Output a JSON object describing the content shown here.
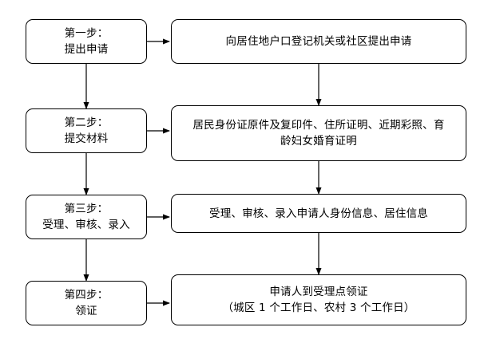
{
  "diagram": {
    "title_visible": false,
    "colors": {
      "border": "#000000",
      "background": "#ffffff",
      "text": "#000000"
    },
    "steps": [
      {
        "id": "step-1",
        "label": "第一步：\n提出申请",
        "detail": "向居住地户口登记机关或社区提出申请"
      },
      {
        "id": "step-2",
        "label": "第二步：\n提交材料",
        "detail": "居民身份证原件及复印件、住所证明、近期彩照、育\n龄妇女婚育证明"
      },
      {
        "id": "step-3",
        "label": "第三步：\n受理、审核、录入",
        "detail": "受理、审核、录入申请人身份信息、居住信息"
      },
      {
        "id": "step-4",
        "label": "第四步：\n领证",
        "detail": "申请人到受理点领证\n（城区 1 个工作日、农村 3 个工作日）"
      }
    ]
  }
}
